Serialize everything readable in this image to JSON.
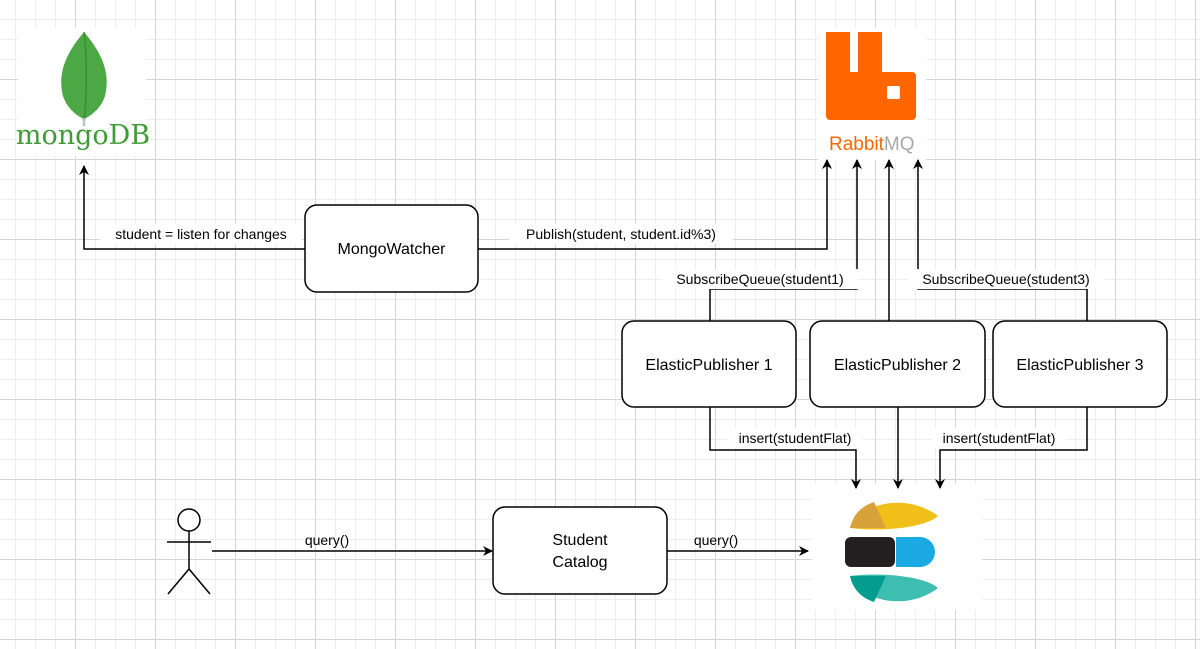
{
  "logos": {
    "mongodb": {
      "wordmark": "mongoDB",
      "icon": "mongodb-leaf-icon",
      "color": "#3f9b36"
    },
    "rabbitmq": {
      "wordmark_part1": "Rabbit",
      "wordmark_part2": "MQ",
      "icon": "rabbitmq-icon",
      "color": "#ff6600",
      "color2": "#a8a8a8"
    },
    "elasticsearch": {
      "icon": "elasticsearch-icon",
      "colors": [
        "#f0bf1a",
        "#231f20",
        "#1ba9e1",
        "#3ebeb0"
      ]
    }
  },
  "nodes": {
    "mongowatcher": {
      "label": "MongoWatcher"
    },
    "publisher1": {
      "label": "ElasticPublisher 1"
    },
    "publisher2": {
      "label": "ElasticPublisher 2"
    },
    "publisher3": {
      "label": "ElasticPublisher 3"
    },
    "catalog": {
      "line1": "Student",
      "line2": "Catalog"
    },
    "user": {
      "icon": "user-stick-figure-icon"
    }
  },
  "edges": {
    "listen": "student = listen for changes",
    "publish": "Publish(student, student.id%3)",
    "subscribe1": "SubscribeQueue(student1)",
    "subscribe3": "SubscribeQueue(student3)",
    "insert1": "insert(studentFlat)",
    "insert3": "insert(studentFlat)",
    "query_user": "query()",
    "query_catalog": "query()"
  }
}
